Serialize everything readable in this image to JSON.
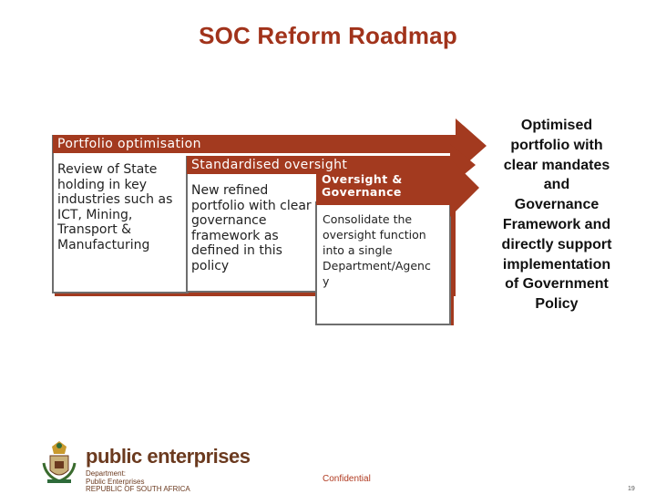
{
  "slide": {
    "title": "SOC Reform Roadmap",
    "confidential": "Confidential",
    "page_number": "19"
  },
  "lanes": [
    {
      "label": "Portfolio optimisation",
      "body": "Review of State\nholding in key\nindustries such as\nICT, Mining,\nTransport &\nManufacturing"
    },
    {
      "label": "Standardised oversight",
      "body": "New refined\nportfolio with clear\ngovernance\nframework as\ndefined in this\npolicy"
    },
    {
      "label": "Oversight &\nGovernance",
      "body": "Consolidate the\noversight function\ninto a single\nDepartment/Agenc\ny"
    }
  ],
  "outcome": "Optimised\nportfolio with\nclear mandates\nand\nGovernance\nFramework and\ndirectly support\nimplementation\nof Government\nPolicy",
  "logo": {
    "name": "public enterprises",
    "sub_line1": "Department:",
    "sub_line2": "Public Enterprises",
    "sub_line3": "REPUBLIC OF SOUTH AFRICA"
  },
  "colors": {
    "title": "#a1331b",
    "arrow_fill": "#a33a1f",
    "box_border": "#6e6e6e",
    "box_shadow": "#a33a1f"
  }
}
